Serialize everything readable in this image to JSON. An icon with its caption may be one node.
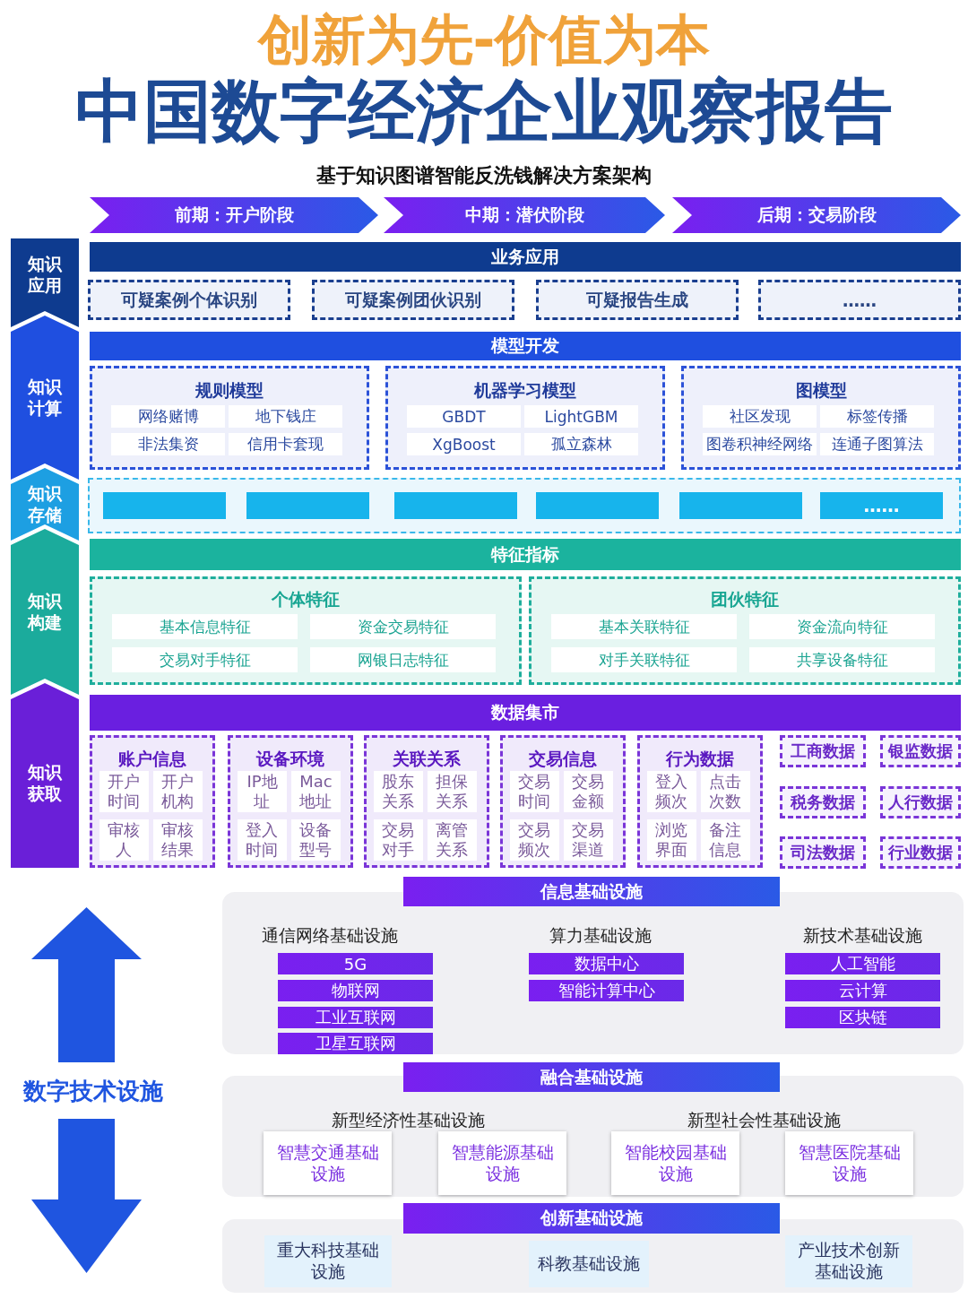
{
  "diagram": {
    "title": "中国数字经济企业观察报告",
    "nodes": [
      {
        "text": [
          "前期：开户阶段"
        ]
      },
      {
        "text": [
          "中期：潜伏阶段"
        ]
      },
      {
        "text": [
          "后期：交易阶段"
        ]
      },
      {
        "text": [
          "知识应用"
        ]
      },
      {
        "text": [
          "知识计算"
        ]
      },
      {
        "text": [
          "知识存储"
        ]
      },
      {
        "text": [
          "知识构建"
        ]
      },
      {
        "text": [
          "知识获取"
        ]
      },
      {
        "text": [
          "业务应用"
        ]
      },
      {
        "text": [
          "可疑案例个体识别"
        ]
      },
      {
        "text": [
          "可疑案例团伙识别"
        ]
      },
      {
        "text": [
          "可疑报告生成"
        ]
      },
      {
        "text": [
          "……"
        ]
      },
      {
        "text": [
          "模型开发"
        ]
      },
      {
        "text": [
          "规则模型"
        ]
      },
      {
        "text": [
          "网络赌博"
        ],
        "in": 14
      },
      {
        "text": [
          "地下钱庄"
        ],
        "in": 14
      },
      {
        "text": [
          "非法集资"
        ],
        "in": 14
      },
      {
        "text": [
          "信用卡套现"
        ],
        "in": 14
      },
      {
        "text": [
          "机器学习模型"
        ]
      },
      {
        "text": [
          "GBDT"
        ],
        "in": 19
      },
      {
        "text": [
          "LightGBM"
        ],
        "in": 19
      },
      {
        "text": [
          "XgBoost"
        ],
        "in": 19
      },
      {
        "text": [
          "孤立森林"
        ],
        "in": 19
      },
      {
        "text": [
          "图模型"
        ]
      },
      {
        "text": [
          "社区发现"
        ],
        "in": 24
      },
      {
        "text": [
          "标签传播"
        ],
        "in": 24
      },
      {
        "text": [
          "图卷积神经网络"
        ],
        "in": 24
      },
      {
        "text": [
          "连通子图算法"
        ],
        "in": 24
      },
      {
        "text": [],
        "shape": "box"
      },
      {
        "text": [],
        "shape": "box",
        "in": 29
      },
      {
        "text": [],
        "shape": "box",
        "in": 29
      },
      {
        "text": [],
        "shape": "box",
        "in": 29
      },
      {
        "text": [],
        "shape": "box",
        "in": 29
      },
      {
        "text": [],
        "shape": "box",
        "in": 29
      },
      {
        "text": [
          "……"
        ],
        "in": 29
      },
      {
        "text": [
          "特征指标"
        ]
      },
      {
        "text": [
          "个体特征"
        ]
      },
      {
        "text": [
          "基本信息特征"
        ],
        "in": 37
      },
      {
        "text": [
          "资金交易特征"
        ],
        "in": 37
      },
      {
        "text": [
          "交易对手特征"
        ],
        "in": 37
      },
      {
        "text": [
          "网银日志特征"
        ],
        "in": 37
      },
      {
        "text": [
          "团伙特征"
        ]
      },
      {
        "text": [
          "基本关联特征"
        ],
        "in": 42
      },
      {
        "text": [
          "资金流向特征"
        ],
        "in": 42
      },
      {
        "text": [
          "对手关联特征"
        ],
        "in": 42
      },
      {
        "text": [
          "共享设备特征"
        ],
        "in": 42
      },
      {
        "text": [
          "数据集市"
        ]
      },
      {
        "text": [
          "账户信息"
        ]
      },
      {
        "text": [
          "开户时间"
        ],
        "in": 48
      },
      {
        "text": [
          "开户机构"
        ],
        "in": 48
      },
      {
        "text": [
          "审核人"
        ],
        "in": 48
      },
      {
        "text": [
          "审核结果"
        ],
        "in": 48
      },
      {
        "text": [
          "设备环境"
        ]
      },
      {
        "text": [
          "IP地址"
        ],
        "in": 53
      },
      {
        "text": [
          "Mac地址"
        ],
        "in": 53
      },
      {
        "text": [
          "登入时间"
        ],
        "in": 53
      },
      {
        "text": [
          "设备型号"
        ],
        "in": 53
      },
      {
        "text": [
          "关联关系"
        ]
      },
      {
        "text": [
          "股东关系"
        ],
        "in": 58
      },
      {
        "text": [
          "担保关系"
        ],
        "in": 58
      },
      {
        "text": [
          "交易对手"
        ],
        "in": 58
      },
      {
        "text": [
          "离管关系"
        ],
        "in": 58
      },
      {
        "text": [
          "交易信息"
        ]
      },
      {
        "text": [
          "交易时间"
        ],
        "in": 63
      },
      {
        "text": [
          "交易金额"
        ],
        "in": 63
      },
      {
        "text": [
          "交易频次"
        ],
        "in": 63
      },
      {
        "text": [
          "交易渠道"
        ],
        "in": 63
      },
      {
        "text": [
          "行为数据"
        ]
      },
      {
        "text": [
          "登入频次"
        ],
        "in": 68
      },
      {
        "text": [
          "点击次数"
        ],
        "in": 68
      },
      {
        "text": [
          "浏览界面"
        ],
        "in": 68
      },
      {
        "text": [
          "备注信息"
        ],
        "in": 68
      },
      {
        "text": [
          "工商数据"
        ]
      },
      {
        "text": [
          "银监数据"
        ]
      },
      {
        "text": [
          "税务数据"
        ]
      },
      {
        "text": [
          "人行数据"
        ]
      },
      {
        "text": [
          "司法数据"
        ]
      },
      {
        "text": [
          "行业数据"
        ]
      },
      {
        "text": [
          "信息基础设施"
        ]
      },
      {
        "text": [
          "5G"
        ]
      },
      {
        "text": [
          "物联网"
        ]
      },
      {
        "text": [
          "工业互联网"
        ]
      },
      {
        "text": [
          "卫星互联网"
        ]
      },
      {
        "text": [
          "数据中心"
        ]
      },
      {
        "text": [
          "智能计算中心"
        ]
      },
      {
        "text": [
          "人工智能"
        ]
      },
      {
        "text": [
          "云计算"
        ]
      },
      {
        "text": [
          "区块链"
        ]
      },
      {
        "text": [
          "融合基础设施"
        ]
      },
      {
        "text": [
          "智慧交通基础设施"
        ]
      },
      {
        "text": [
          "智慧能源基础设施"
        ]
      },
      {
        "text": [
          "智能校园基础设施"
        ]
      },
      {
        "text": [
          "智慧医院基础设施"
        ]
      },
      {
        "text": [
          "创新基础设施"
        ]
      },
      {
        "text": [
          "重大科技基础设施"
        ]
      },
      {
        "text": [
          "科教基础设施"
        ]
      },
      {
        "text": [
          "产业技术创新基础设施"
        ]
      }
    ],
    "labels": [
      "创新为先-价值为本",
      "基于知识图谱智能反洗钱解决方案架构",
      "通信网络基础设施",
      "算力基础设施",
      "新技术基础设施",
      "数字技术设施",
      "新型经济性基础设施",
      "新型社会性基础设施"
    ]
  }
}
